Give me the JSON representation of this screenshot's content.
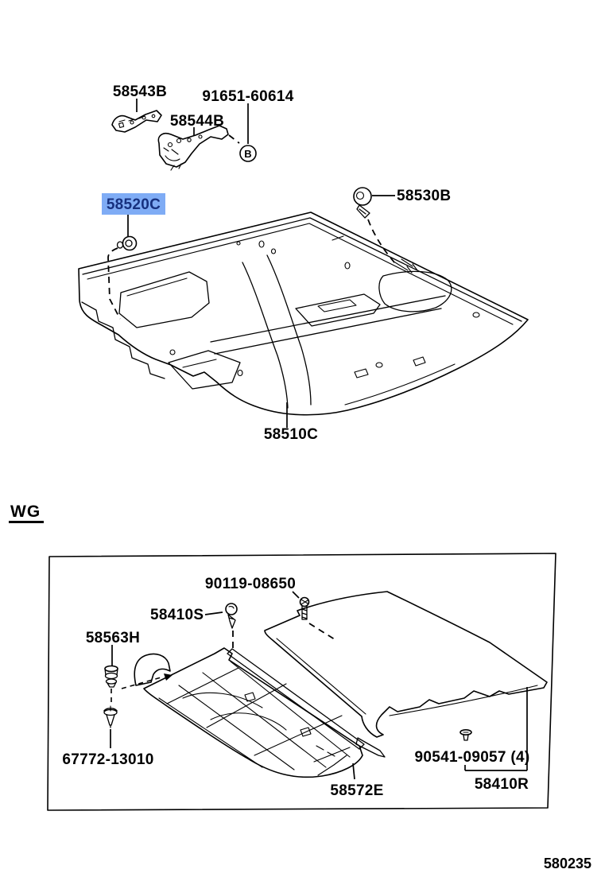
{
  "highlight": {
    "bg": "#7FACF5",
    "fg": "#17317F"
  },
  "section": {
    "label": "WG"
  },
  "footer": {
    "code": "580235"
  },
  "diagram_top": {
    "labels": {
      "bracket_a": "58543B",
      "bracket_b": "58544B",
      "bolt": "91651-60614",
      "marker": "B",
      "clip_highlighted": "58520C",
      "clip_right": "58530B",
      "carpet_front": "58510C"
    }
  },
  "diagram_wagon": {
    "labels": {
      "bolt": "90119-08650",
      "screw_pin": "58410S",
      "grommet": "58563H",
      "screw": "67772-13010",
      "carpet_rear": "58572E",
      "rivet": "90541-09057 (4)",
      "luggage_mat": "58410R"
    }
  }
}
